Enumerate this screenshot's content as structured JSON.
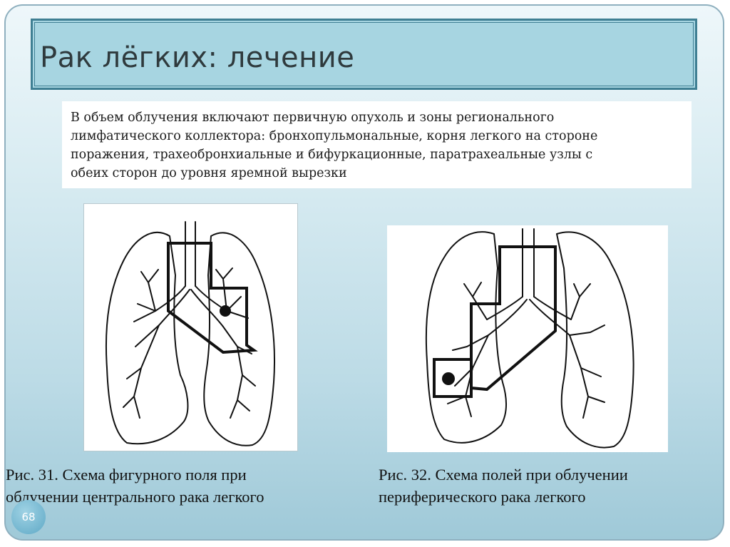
{
  "slide": {
    "title": "Рак лёгких: лечение",
    "info_lines": [
      "В объем облучения включают первичную опухоль и зоны регионального",
      "лимфатического коллектора: бронхопульмональные, корня легкого на стороне",
      "поражения, трахеобронхиальные и бифуркационные, паратрахеальные узлы с",
      "обеих сторон до уровня яремной вырезки"
    ],
    "figures": [
      {
        "caption_lines": [
          "Рис. 31. Схема фигурного поля при",
          "облучении центрального рака легкого"
        ]
      },
      {
        "caption_lines": [
          "Рис. 32. Схема полей при облучении",
          "периферического рака легкого"
        ]
      }
    ],
    "page_number": "68"
  }
}
